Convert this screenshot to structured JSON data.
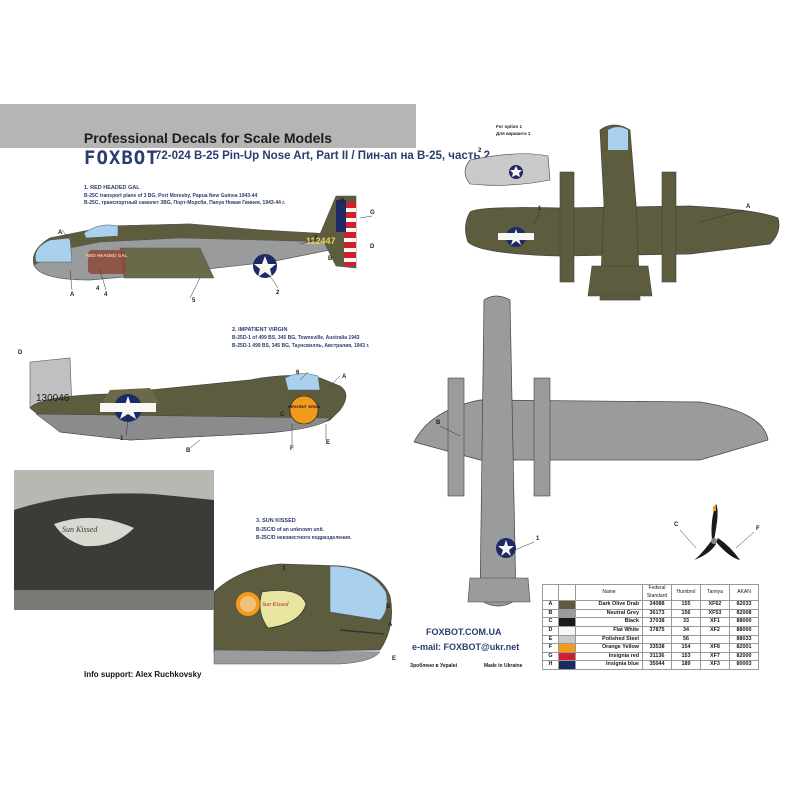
{
  "banner": {
    "title": "Professional Decals for Scale Models"
  },
  "brand": {
    "logo": "FOXBOT",
    "subtitle": "72-024 B-25 Pin-Up Nose Art, Part II / Пин-ап на B-25, часть 2"
  },
  "section1": {
    "title": "1. RED HEADED GAL",
    "line1": "B-25C transport plane of 3 BG, Port Moresby, Papua New Guinea 1943-44",
    "line2": "B-25C, транспортный самолет 3BG, Порт-Морсби, Папуа Новая Гвинея, 1943-44 г.",
    "tail_code": "112447",
    "nose_art_text": "RED HEADED GAL"
  },
  "section2": {
    "title": "2. IMPATIENT VIRGIN",
    "line1": "B-25D-1 of 499 BS, 345 BG, Townsville, Australia 1943",
    "line2": "B-25D-1 499 BS, 345 BG, Таунсвилль, Австралия, 1943 г.",
    "tail_code": "130046",
    "nose_art_text": "IMPATIENT VIRGIN"
  },
  "section3": {
    "title": "3. SUN KISSED",
    "line1": "B-25C/D of an unknown unit.",
    "line2": "B-25C/D неизвестного подразделения.",
    "nose_art_text": "Sun Kissed"
  },
  "topview": {
    "note_en": "For option 1",
    "note_ru": "Для варианта 1"
  },
  "callouts": {
    "c1": [
      "A",
      "H",
      "G",
      "7",
      "B",
      "D",
      "4",
      "4",
      "A",
      "5",
      "2"
    ],
    "c2": [
      "D",
      "A",
      "6",
      "1",
      "B",
      "C",
      "F",
      "E"
    ],
    "c3": [
      "3",
      "B",
      "A",
      "E"
    ],
    "top": [
      "2",
      "1",
      "A",
      "B",
      "1",
      "C",
      "F"
    ]
  },
  "info_support": "Info support: Alex Ruchkovsky",
  "website": "FOXBOT.COM.UA",
  "email": "e-mail: FOXBOT@ukr.net",
  "made_ua": "Зроблено в Україні",
  "made_in": "Made in Ukraine",
  "paint_table": {
    "headers": [
      "",
      "",
      "Name",
      "Federal Standard",
      "Humbrol",
      "Tamiya",
      "AKAN"
    ],
    "rows": [
      {
        "letter": "A",
        "color": "#5d5c3e",
        "name": "Dark Olive Drab",
        "fs": "34088",
        "humbrol": "155",
        "tamiya": "XF62",
        "akan": "82033"
      },
      {
        "letter": "B",
        "color": "#9a9b9c",
        "name": "Neutral Grey",
        "fs": "36173",
        "humbrol": "156",
        "tamiya": "XF53",
        "akan": "82008"
      },
      {
        "letter": "C",
        "color": "#1a1a1a",
        "name": "Black",
        "fs": "37038",
        "humbrol": "33",
        "tamiya": "XF1",
        "akan": "88000"
      },
      {
        "letter": "D",
        "color": "#f7f7f4",
        "name": "Flat White",
        "fs": "37875",
        "humbrol": "34",
        "tamiya": "XF2",
        "akan": "88000"
      },
      {
        "letter": "E",
        "color": "#c9c9c9",
        "name": "Polished Steel",
        "fs": "",
        "humbrol": "56",
        "tamiya": "",
        "akan": "88033"
      },
      {
        "letter": "F",
        "color": "#f29a1c",
        "name": "Orange Yellow",
        "fs": "33538",
        "humbrol": "154",
        "tamiya": "XF8",
        "akan": "82001"
      },
      {
        "letter": "G",
        "color": "#d0202a",
        "name": "Insignia red",
        "fs": "31136",
        "humbrol": "153",
        "tamiya": "XF7",
        "akan": "82000"
      },
      {
        "letter": "H",
        "color": "#1d2a66",
        "name": "Insignia blue",
        "fs": "35044",
        "humbrol": "189",
        "tamiya": "XF3",
        "akan": "80003"
      }
    ]
  },
  "colors": {
    "olive": "#5d5c3e",
    "grey": "#9a9b9c",
    "brand_blue": "#2b3d6e",
    "banner": "#b5b5b5"
  }
}
